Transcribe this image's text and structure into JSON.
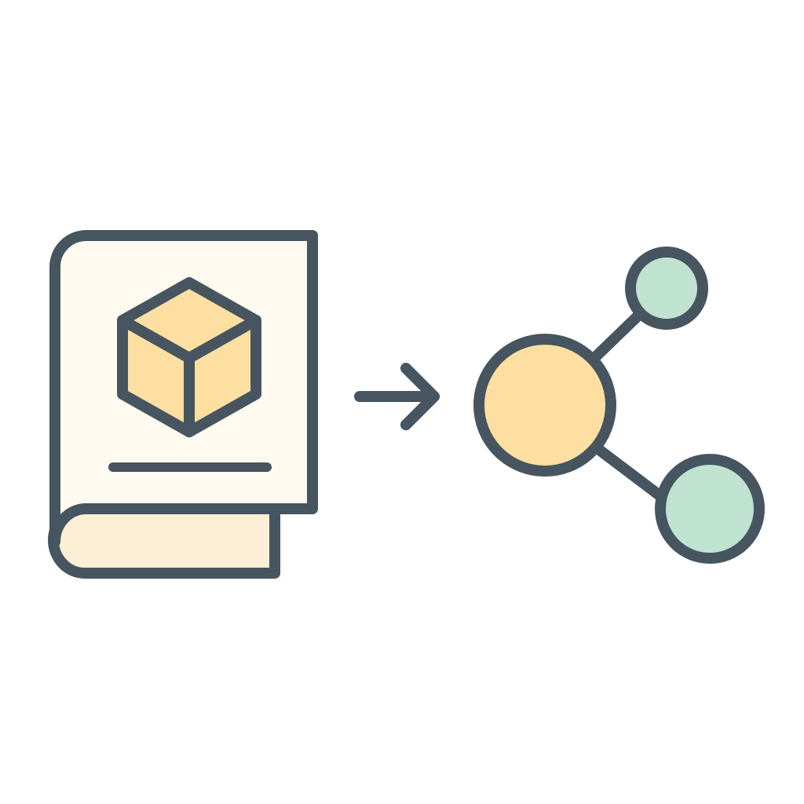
{
  "diagram": {
    "source": {
      "icon": "book-with-cube-icon",
      "cube_icon": "cube-icon"
    },
    "connector": {
      "icon": "arrow-right-icon"
    },
    "target": {
      "icon": "share-nodes-icon",
      "nodes": [
        "main-node",
        "top-node",
        "bottom-node"
      ]
    }
  },
  "colors": {
    "stroke": "#46555f",
    "cover": "#fefaf0",
    "pages": "#fcefd6",
    "cube": "#fcdfa1",
    "main_node": "#fcdfa1",
    "leaf_node": "#bfe3d0",
    "background": "#ffffff"
  }
}
